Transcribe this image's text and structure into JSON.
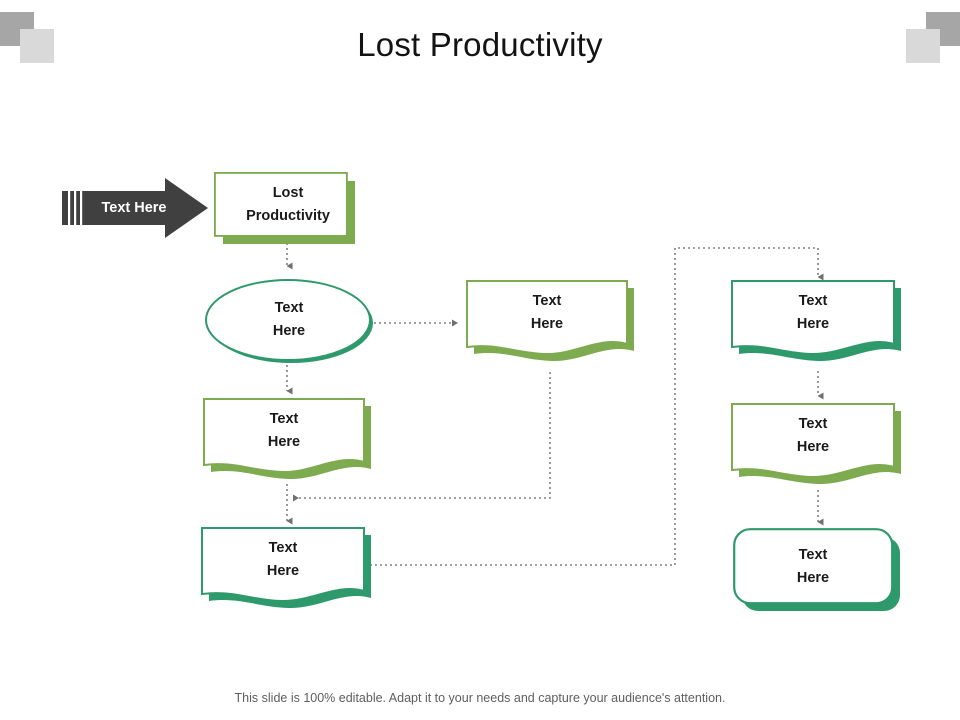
{
  "slide": {
    "title": "Lost Productivity",
    "footer": "This slide is 100% editable. Adapt it to your needs and capture your audience's attention."
  },
  "colors": {
    "olive_green": "#7eab4f",
    "teal_green": "#2e9a6b",
    "arrow_gray": "#404040",
    "connector_gray": "#808080",
    "title_text": "#131313",
    "footer_text": "#5e5e5e",
    "corner_dark": "#a6a6a6",
    "corner_light": "#d9d9d9"
  },
  "callout": {
    "label": "Text Here",
    "icon": "right-arrow-banner"
  },
  "nodes": [
    {
      "id": "lost-productivity",
      "shape": "rectangle",
      "color": "olive_green",
      "line1": "Lost",
      "line2": "Productivity"
    },
    {
      "id": "ellipse-node",
      "shape": "ellipse",
      "color": "teal_green",
      "line1": "Text",
      "line2": "Here"
    },
    {
      "id": "wave-middle",
      "shape": "wave",
      "color": "olive_green",
      "line1": "Text",
      "line2": "Here"
    },
    {
      "id": "wave-left-mid",
      "shape": "wave",
      "color": "olive_green",
      "line1": "Text",
      "line2": "Here"
    },
    {
      "id": "wave-left-bottom",
      "shape": "wave",
      "color": "teal_green",
      "line1": "Text",
      "line2": "Here"
    },
    {
      "id": "wave-right-top",
      "shape": "wave",
      "color": "teal_green",
      "line1": "Text",
      "line2": "Here"
    },
    {
      "id": "wave-right-mid",
      "shape": "wave",
      "color": "olive_green",
      "line1": "Text",
      "line2": "Here"
    },
    {
      "id": "rounded-right-bottom",
      "shape": "rounded-rectangle",
      "color": "teal_green",
      "line1": "Text",
      "line2": "Here"
    }
  ],
  "corner_decorations": [
    {
      "id": "top-left-dark",
      "tone": "dark"
    },
    {
      "id": "top-left-light",
      "tone": "light"
    },
    {
      "id": "top-right-dark",
      "tone": "dark"
    },
    {
      "id": "top-right-light",
      "tone": "light"
    }
  ]
}
